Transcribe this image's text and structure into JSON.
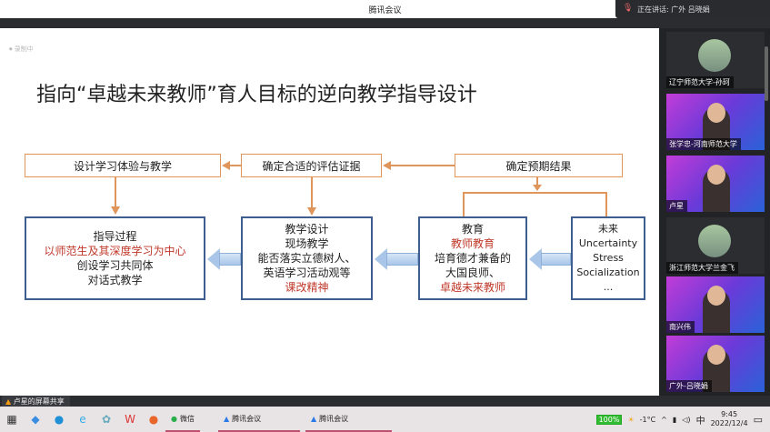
{
  "app_title": "腾讯会议",
  "speaking": "正在讲话: 广外 吕晓娟",
  "slide": {
    "recording_label": "录制中",
    "title": "指向“卓越未来教师”育人目标的逆向教学指导设计",
    "top_boxes": [
      "设计学习体验与教学",
      "确定合适的评估证据",
      "确定预期结果"
    ],
    "box_guide": {
      "lines": [
        "指导过程"
      ],
      "red": "以师范生及其深度学习为中心",
      "lines2": [
        "创设学习共同体",
        "对话式教学"
      ]
    },
    "box_design": {
      "lines": [
        "教学设计",
        "现场教学",
        "能否落实立德树人、",
        "英语学习活动观等"
      ],
      "red": "课改精神"
    },
    "box_edu": {
      "l1": "教育",
      "red1": "教师教育",
      "l2": "培育德才兼备的",
      "l3": "大国良师、",
      "red2": "卓越未来教师"
    },
    "box_future": [
      "未来",
      "Uncertainty",
      "Stress",
      "Socialization",
      "..."
    ]
  },
  "participants": [
    {
      "name": "辽宁师范大学-孙珂",
      "type": "avatar"
    },
    {
      "name": "张学忠-河南师范大学",
      "type": "video"
    },
    {
      "name": "卢星",
      "type": "video"
    },
    {
      "name": "浙江师范大学兰金飞",
      "type": "avatar"
    },
    {
      "name": "南兴伟",
      "type": "video"
    },
    {
      "name": "广外-吕晓娟",
      "type": "video"
    }
  ],
  "share_label": "卢星的屏幕共享",
  "taskbar": {
    "apps": [
      "微信",
      "腾讯会议",
      "腾讯会议"
    ],
    "battery": "100%",
    "weather": "-1°C",
    "ime": "中",
    "time": "9:45",
    "date": "2022/12/4"
  },
  "colors": {
    "orange": "#e0955a",
    "blue": "#3d5f8f",
    "red": "#c0392b"
  }
}
